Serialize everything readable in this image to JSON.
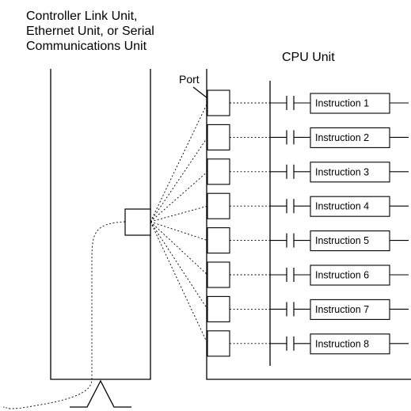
{
  "left_unit_label": [
    "Controller Link Unit,",
    "Ethernet Unit, or Serial",
    "Communications Unit"
  ],
  "cpu_unit_label": "CPU Unit",
  "port_label": "Port",
  "instructions": [
    "Instruction 1",
    "Instruction 2",
    "Instruction 3",
    "Instruction 4",
    "Instruction 5",
    "Instruction 6",
    "Instruction 7",
    "Instruction 8"
  ]
}
